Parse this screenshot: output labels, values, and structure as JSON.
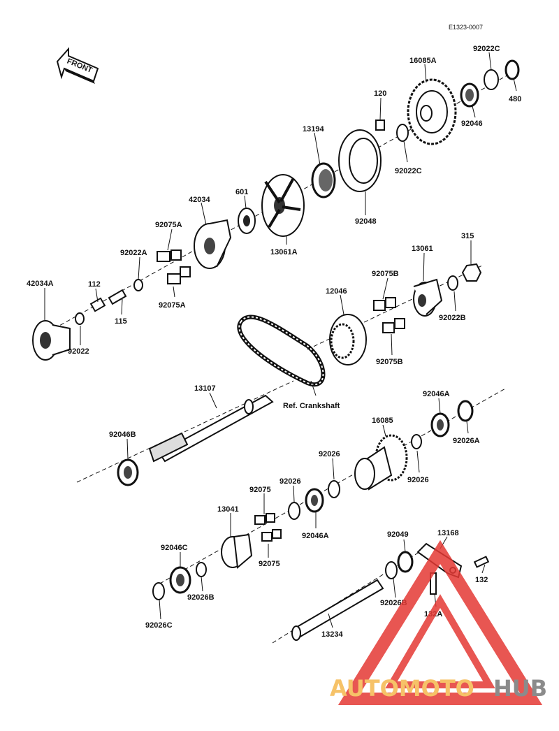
{
  "drawing_code": "E1323-0007",
  "front_badge": "FRONT",
  "reference_label": "Ref. Crankshaft",
  "watermark": {
    "text_part1": "AUTOMOTO",
    "text_part2": "HUB",
    "color1": "#f5b84e",
    "color2": "#777777",
    "triangle_color": "#e53935"
  },
  "part_labels": {
    "p16085A": "16085A",
    "p92022C_top": "92022C",
    "p480": "480",
    "p120": "120",
    "p92046_top": "92046",
    "p13194": "13194",
    "p92022C_mid": "92022C",
    "p601": "601",
    "p42034": "42034",
    "p92048": "92048",
    "p92075A_top": "92075A",
    "p13061A": "13061A",
    "p92022A": "92022A",
    "p13061": "13061",
    "p315": "315",
    "p42034A": "42034A",
    "p112": "112",
    "p92075B_top": "92075B",
    "p12046": "12046",
    "p92075A_bot": "92075A",
    "p115": "115",
    "p92022B": "92022B",
    "p92022": "92022",
    "p92075B_bot": "92075B",
    "p13107": "13107",
    "p92046A_right": "92046A",
    "p16085": "16085",
    "p92046B": "92046B",
    "p92026A": "92026A",
    "p92026_a": "92026",
    "p92026_b": "92026",
    "p92026_c": "92026",
    "p92075": "92075",
    "p13041": "13041",
    "p92046A_left": "92046A",
    "p92075_low": "92075",
    "p92046C": "92046C",
    "p92049": "92049",
    "p13168": "13168",
    "p132": "132",
    "p92026B_left": "92026B",
    "p92026B_right": "92026B",
    "p132A": "132A",
    "p92026C": "92026C",
    "p13234": "13234"
  }
}
